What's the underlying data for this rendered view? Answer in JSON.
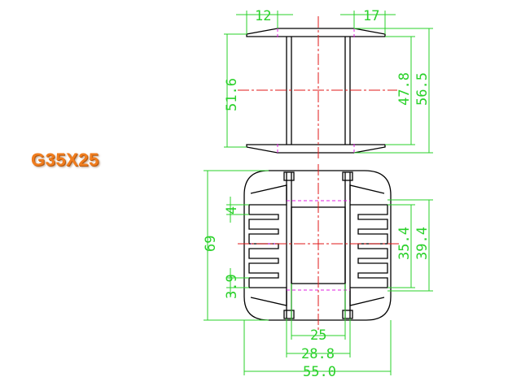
{
  "title": "G35X25",
  "colors": {
    "title": "#f07d1e",
    "outline": "#000000",
    "dimension": "#2ad12a",
    "centerline": "#e01818",
    "hidden": "#e020e0"
  },
  "top_view": {
    "dims": {
      "flange_left": "12",
      "flange_right": "17",
      "overall_height_left": "51.6",
      "inner_height": "47.8",
      "overall_height_right": "56.5"
    }
  },
  "front_view": {
    "dims": {
      "height": "69",
      "pin_pitch": "4",
      "pin_offset": "3.9",
      "inner_a": "35.4",
      "inner_b": "39.4",
      "width_25": "25",
      "width_288": "28.8",
      "width_55": "55.0"
    }
  }
}
